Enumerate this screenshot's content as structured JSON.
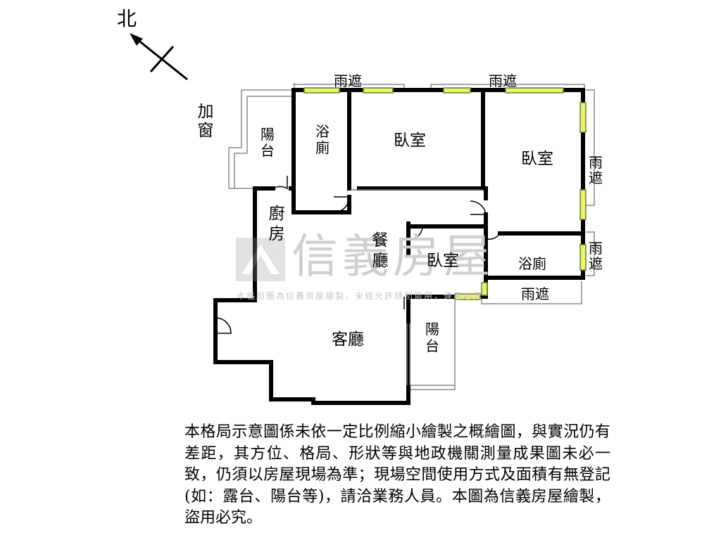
{
  "compass": {
    "label": "北"
  },
  "rooms": {
    "add_window": "加窗",
    "balcony_nw": "陽台",
    "bath_north": "浴廁",
    "bedroom_north": "臥室",
    "bedroom_ne": "臥室",
    "kitchen": "廚房",
    "dining": "餐廳",
    "bedroom_mid": "臥室",
    "bath_east": "浴廁",
    "living": "客廳",
    "balcony_south": "陽台"
  },
  "canopies": {
    "north_1": "雨遮",
    "north_2": "雨遮",
    "east_1": "雨遮",
    "east_2": "雨遮",
    "south": "雨遮"
  },
  "watermark": {
    "brand": "信義房屋",
    "notice": "本格局圖為信義房屋繪製，未經允許請勿盜用，違者必究"
  },
  "disclaimer": "本格局示意圖係未依一定比例縮小繪製之概繪圖，與實況仍有差距，其方位、格局、形狀等與地政機關測量成果圖未必一致，仍須以房屋現場為準；現場空間使用方式及面積有無登記(如：露台、陽台等)，請洽業務人員。本圖為信義房屋繪製，盜用必究。",
  "colors": {
    "wall": "#000000",
    "window_fill": "#f3ee6e",
    "window_stroke": "#5a8a2a",
    "outline": "#888888",
    "watermark": "#cfcfcf"
  }
}
